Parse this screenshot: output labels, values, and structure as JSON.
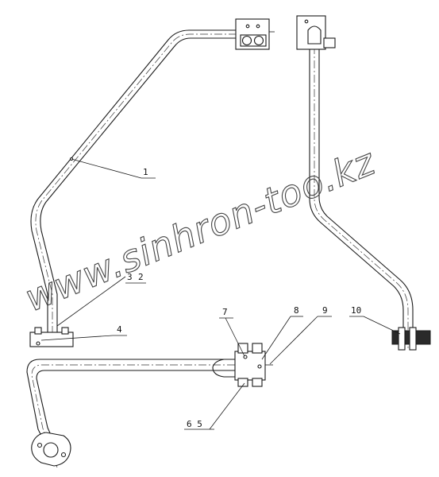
{
  "watermark": "www.sinhron-too.kz",
  "callouts": {
    "c1": "1",
    "c4": "4",
    "c56": "6  5",
    "c7": "7",
    "c8": "8",
    "c9": "9",
    "c10": "10",
    "c2": "2",
    "c3": "3"
  }
}
